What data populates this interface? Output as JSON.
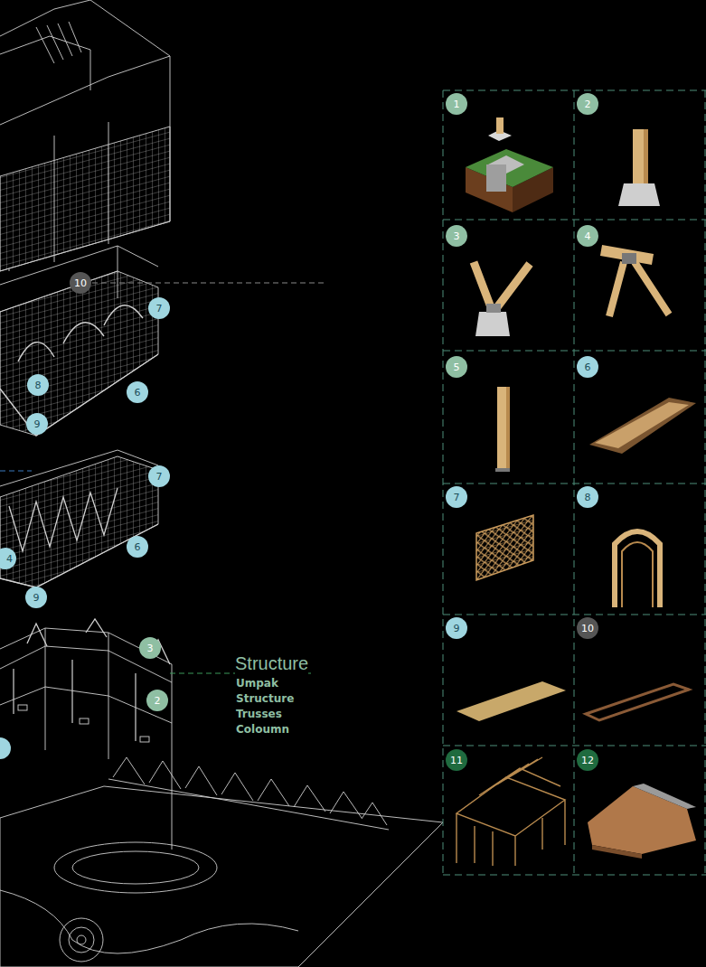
{
  "diagram": {
    "nodes": [
      {
        "text": [
          "10"
        ]
      },
      {
        "text": [
          "7"
        ]
      },
      {
        "text": [
          "8"
        ]
      },
      {
        "text": [
          "6"
        ]
      },
      {
        "text": [
          "9"
        ]
      },
      {
        "text": [
          "7"
        ]
      },
      {
        "text": [
          "4"
        ]
      },
      {
        "text": [
          "6"
        ]
      },
      {
        "text": [
          "9"
        ]
      },
      {
        "text": [
          "3"
        ]
      },
      {
        "text": [
          "2"
        ]
      },
      {
        "text": [
          "1"
        ]
      },
      {
        "text": [
          "2"
        ]
      },
      {
        "text": [
          "3"
        ]
      },
      {
        "text": [
          "4"
        ]
      },
      {
        "text": [
          "5"
        ]
      },
      {
        "text": [
          "6"
        ]
      },
      {
        "text": [
          "7"
        ]
      },
      {
        "text": [
          "8"
        ]
      },
      {
        "text": [
          "9"
        ]
      },
      {
        "text": [
          "10"
        ]
      },
      {
        "text": [
          "11"
        ]
      },
      {
        "text": [
          "12"
        ]
      }
    ],
    "labels": [
      "Structure",
      "Umpak",
      "Structure",
      "Trusses",
      "Coloumn"
    ]
  }
}
